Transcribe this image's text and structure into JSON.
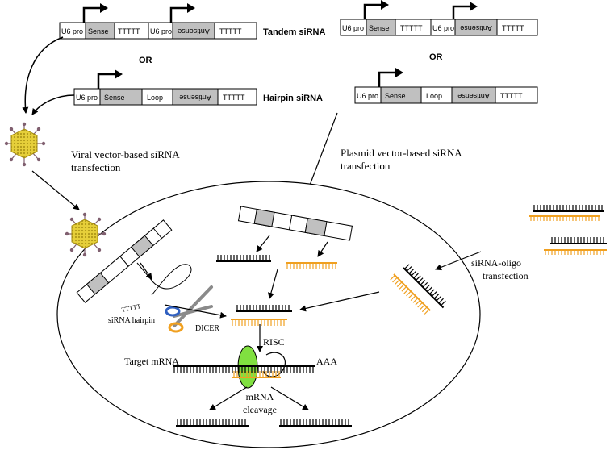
{
  "constructs": {
    "u6": "U6 pro",
    "sense": "Sense",
    "antisense": "Antisense",
    "terminator": "TTTTT",
    "loop": "Loop",
    "tandem_label": "Tandem siRNA",
    "hairpin_label": "Hairpin siRNA",
    "or": "OR"
  },
  "routes": {
    "viral": [
      "Viral vector-based siRNA",
      "transfection"
    ],
    "plasmid": [
      "Plasmid vector-based siRNA",
      "transfection"
    ],
    "oligo": [
      "siRNA-oligo",
      "transfection"
    ]
  },
  "cell": {
    "hairpin_label": "siRNA hairpin",
    "dicer": "DICER",
    "risc": "RISC",
    "target": "Target mRNA",
    "polya": "AAA",
    "cleavage": [
      "mRNA",
      "cleavage"
    ],
    "hairpin_tail": "TTTTT"
  },
  "colors": {
    "sense_fill": "#c0c0c0",
    "antisense_fill": "#c0c0c0",
    "orange_strand": "#f0a020",
    "black_strand": "#000000",
    "risc_green": "#80e040",
    "virus_yellow": "#e8d040",
    "virus_spike": "#806070"
  }
}
